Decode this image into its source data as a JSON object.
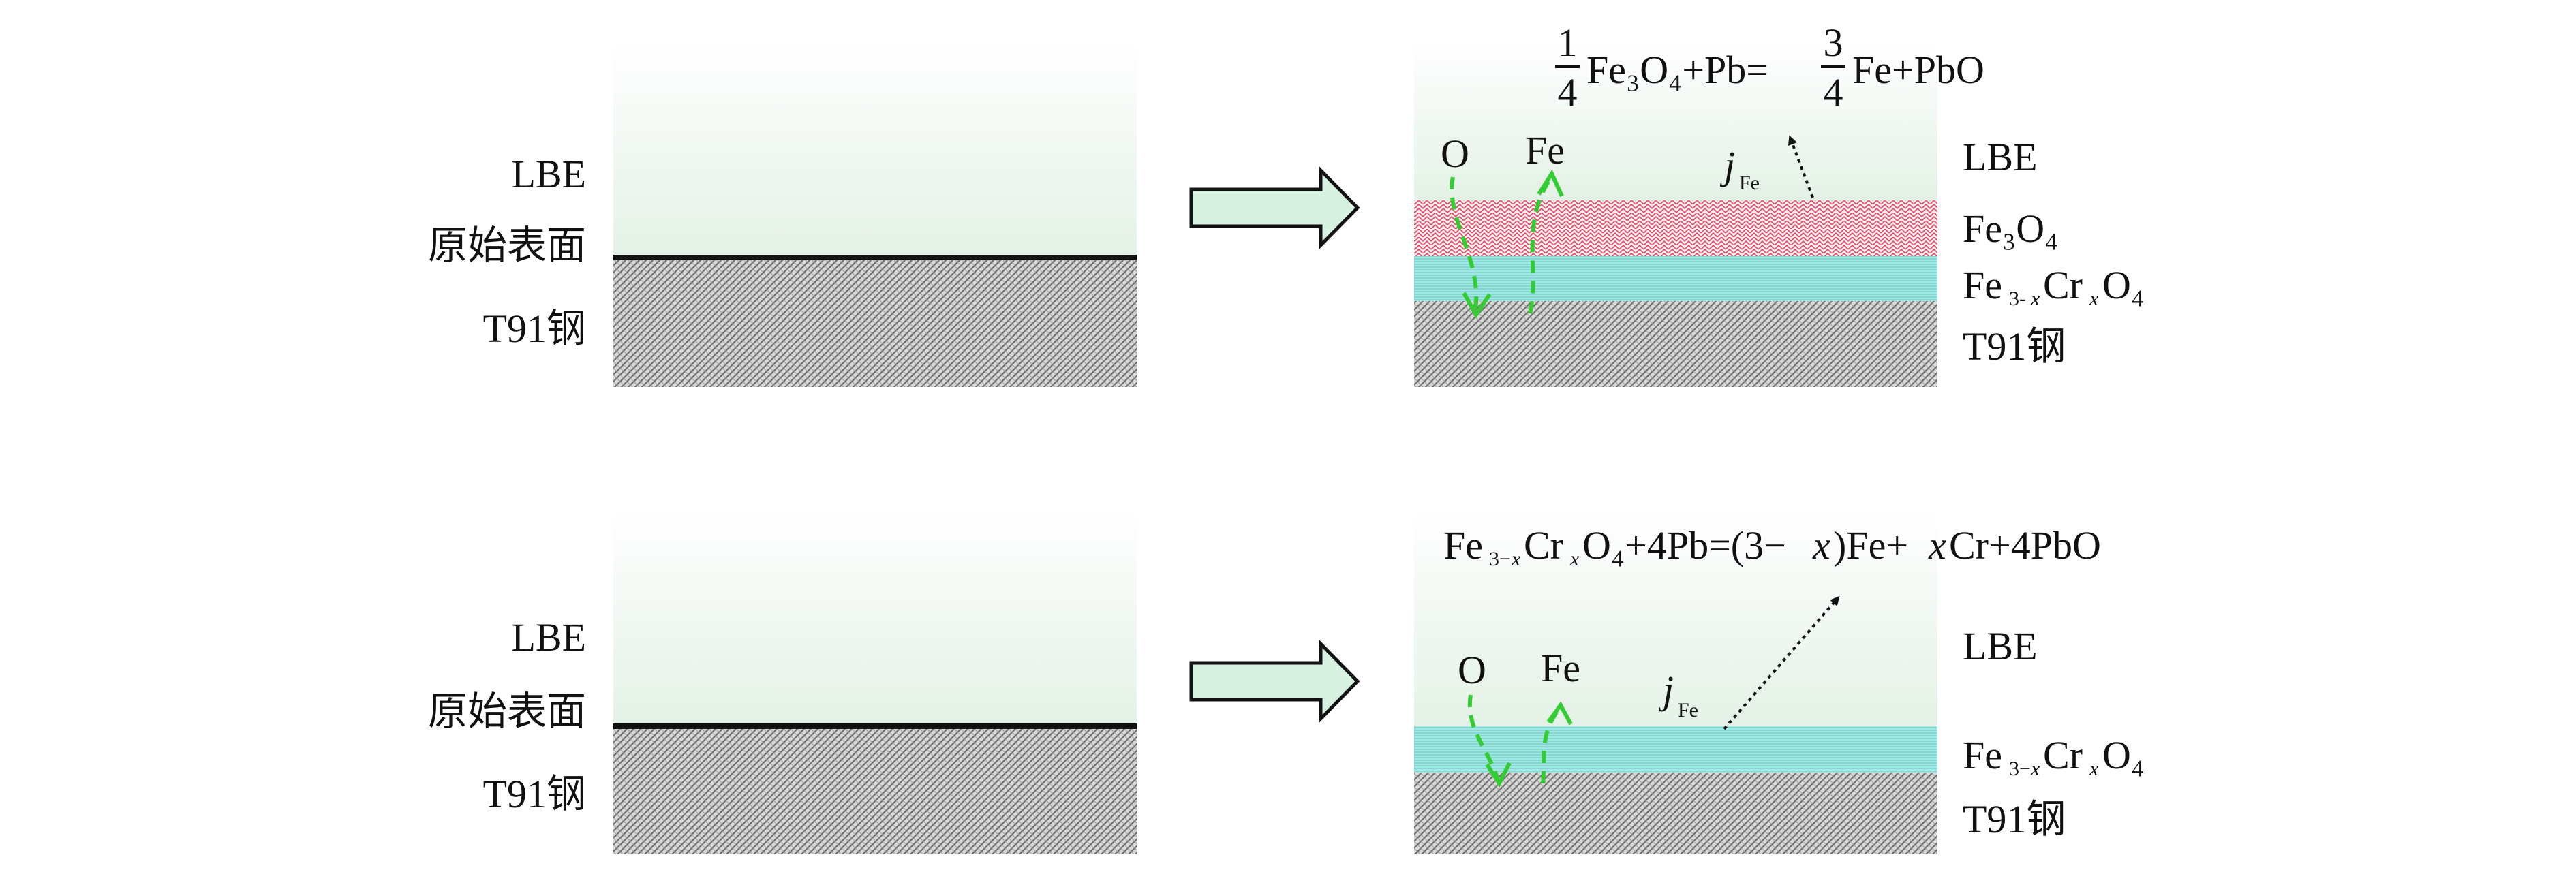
{
  "colors": {
    "lbe_top": "#ffffff",
    "lbe_bottom": "#e6f2e8",
    "steel_dark": "#6f6f6f",
    "steel_light": "#dcdcdc",
    "fe3o4_pattern": "#e53a5e",
    "spinel": "#7fd6d0",
    "spinel_stripe": "#a6e6e1",
    "arrow_fill": "#d7f2e1",
    "diffusion_arrow": "#33cc33",
    "surface_line": "#111111"
  },
  "top_row": {
    "before": {
      "lbe_label": "LBE",
      "surface_label": "原始表面",
      "steel_label": "T91钢"
    },
    "after": {
      "equation": {
        "frac1_num": "1",
        "frac1_den": "4",
        "mid": "Fe₃O₄+Pb=",
        "frac2_num": "3",
        "frac2_den": "4",
        "end": "Fe+PbO"
      },
      "lbe_label": "LBE",
      "fe3o4_label": "Fe₃O₄",
      "spinel_label_a": "Fe",
      "spinel_label_b": "3-",
      "spinel_label_c": "x",
      "spinel_label_d": "Cr",
      "spinel_label_e": "x",
      "spinel_label_f": "O₄",
      "steel_label": "T91钢",
      "o_label": "O",
      "fe_label": "Fe",
      "flux_main": "j",
      "flux_sub": "Fe"
    }
  },
  "bottom_row": {
    "before": {
      "lbe_label": "LBE",
      "surface_label": "原始表面",
      "steel_label": "T91钢"
    },
    "after": {
      "equation_a": "Fe",
      "equation_b": "3−",
      "equation_c": "x",
      "equation_d": "Cr",
      "equation_e": "x",
      "equation_f": "O₄+4Pb=(3−",
      "equation_g": "x",
      "equation_h": ")Fe+",
      "equation_i": "x",
      "equation_j": "Cr+4PbO",
      "lbe_label": "LBE",
      "spinel_label_a": "Fe",
      "spinel_label_b": "3−",
      "spinel_label_c": "x",
      "spinel_label_d": "Cr",
      "spinel_label_e": "x",
      "spinel_label_f": "O₄",
      "steel_label": "T91钢",
      "o_label": "O",
      "fe_label": "Fe",
      "flux_main": "j",
      "flux_sub": "Fe"
    }
  }
}
